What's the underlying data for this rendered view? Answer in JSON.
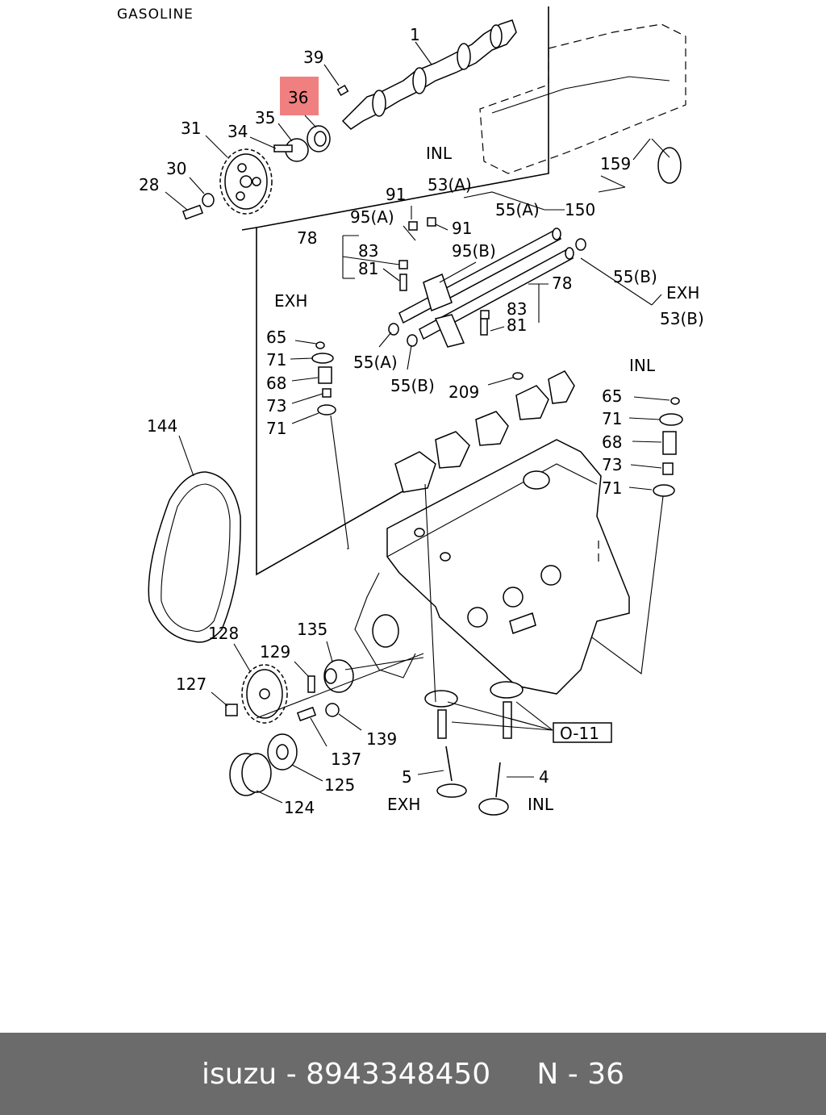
{
  "header": {
    "title": "GASOLINE"
  },
  "highlight": {
    "color": "#f08080",
    "label": "36"
  },
  "callouts": [
    {
      "id": "1",
      "text": "1"
    },
    {
      "id": "39",
      "text": "39"
    },
    {
      "id": "35",
      "text": "35"
    },
    {
      "id": "31",
      "text": "31"
    },
    {
      "id": "34",
      "text": "34"
    },
    {
      "id": "30",
      "text": "30"
    },
    {
      "id": "28",
      "text": "28"
    },
    {
      "id": "inl_top",
      "text": "INL"
    },
    {
      "id": "91a",
      "text": "91"
    },
    {
      "id": "53a",
      "text": "53(A)"
    },
    {
      "id": "95a",
      "text": "95(A)"
    },
    {
      "id": "55a_top",
      "text": "55(A)"
    },
    {
      "id": "150",
      "text": "150"
    },
    {
      "id": "159",
      "text": "159"
    },
    {
      "id": "91b",
      "text": "91"
    },
    {
      "id": "78a",
      "text": "78"
    },
    {
      "id": "83a",
      "text": "83"
    },
    {
      "id": "95b",
      "text": "95(B)"
    },
    {
      "id": "81a",
      "text": "81"
    },
    {
      "id": "55b_right",
      "text": "55(B)"
    },
    {
      "id": "exh_right",
      "text": "EXH"
    },
    {
      "id": "53b",
      "text": "53(B)"
    },
    {
      "id": "78b",
      "text": "78"
    },
    {
      "id": "83b",
      "text": "83"
    },
    {
      "id": "81b",
      "text": "81"
    },
    {
      "id": "exh_left",
      "text": "EXH"
    },
    {
      "id": "65a",
      "text": "65"
    },
    {
      "id": "71a",
      "text": "71"
    },
    {
      "id": "68a",
      "text": "68"
    },
    {
      "id": "73a",
      "text": "73"
    },
    {
      "id": "71b",
      "text": "71"
    },
    {
      "id": "55a_bot",
      "text": "55(A)"
    },
    {
      "id": "55b_bot",
      "text": "55(B)"
    },
    {
      "id": "209",
      "text": "209"
    },
    {
      "id": "inl_mid",
      "text": "INL"
    },
    {
      "id": "65b",
      "text": "65"
    },
    {
      "id": "71c",
      "text": "71"
    },
    {
      "id": "68b",
      "text": "68"
    },
    {
      "id": "73b",
      "text": "73"
    },
    {
      "id": "71d",
      "text": "71"
    },
    {
      "id": "144",
      "text": "144"
    },
    {
      "id": "128",
      "text": "128"
    },
    {
      "id": "135",
      "text": "135"
    },
    {
      "id": "129",
      "text": "129"
    },
    {
      "id": "127",
      "text": "127"
    },
    {
      "id": "139",
      "text": "139"
    },
    {
      "id": "137",
      "text": "137"
    },
    {
      "id": "125",
      "text": "125"
    },
    {
      "id": "124",
      "text": "124"
    },
    {
      "id": "5",
      "text": "5"
    },
    {
      "id": "4",
      "text": "4"
    },
    {
      "id": "exh_bot",
      "text": "EXH"
    },
    {
      "id": "inl_bot",
      "text": "INL"
    },
    {
      "id": "o11",
      "text": "O-11"
    }
  ],
  "footer": {
    "brand": "isuzu",
    "part_number": "8943348450",
    "ref": "N - 36",
    "separator": " - ",
    "bg_color": "#6b6b6b"
  }
}
